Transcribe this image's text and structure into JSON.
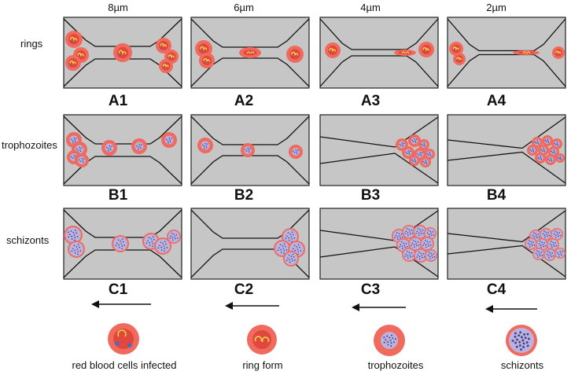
{
  "column_widths": [
    "8µm",
    "6µm",
    "4µm",
    "2µm"
  ],
  "rows": [
    {
      "label": "rings",
      "panels": [
        "A1",
        "A2",
        "A3",
        "A4"
      ]
    },
    {
      "label": "trophozoites",
      "panels": [
        "B1",
        "B2",
        "B3",
        "B4"
      ]
    },
    {
      "label": "schizonts",
      "panels": [
        "C1",
        "C2",
        "C3",
        "C4"
      ]
    }
  ],
  "legend": [
    {
      "icon": "infected-cell-icon",
      "label": "red blood cells infected"
    },
    {
      "icon": "ring-form-icon",
      "label": "ring form"
    },
    {
      "icon": "trophozoite-icon",
      "label": "trophozoites"
    },
    {
      "icon": "schizont-icon",
      "label": "schizonts"
    }
  ],
  "colors": {
    "panel_fill": "#c6c6c6",
    "cell_outer": "#f06a5e",
    "cell_inner": "#e0473d",
    "parasite_fill": "#b9b3de",
    "parasite_dots": "#4a3f8c",
    "ring_color": "#f2d24a",
    "nucleus": "#3a6fd1"
  }
}
